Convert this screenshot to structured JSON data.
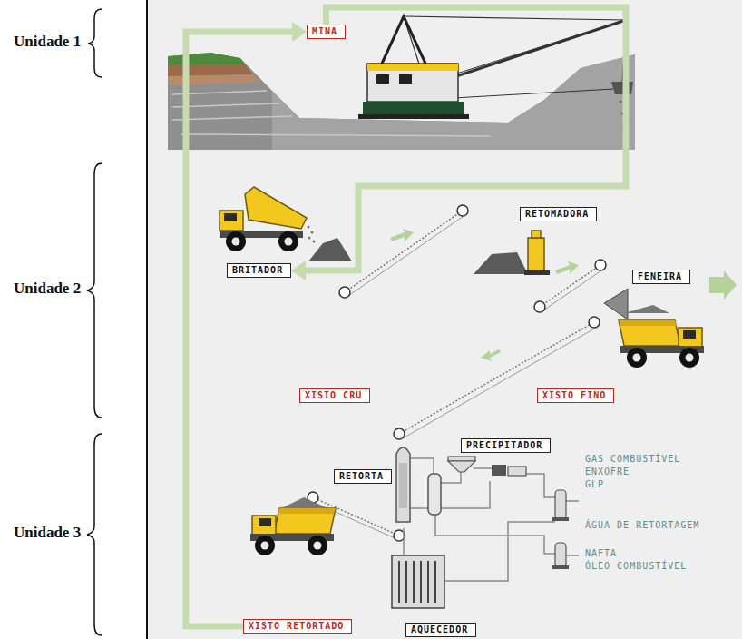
{
  "diagram": {
    "nodes": [
      {
        "text": [
          "MINA"
        ]
      },
      {
        "text": [
          "BRITADOR"
        ]
      },
      {
        "text": [
          "RETOMADORA"
        ]
      },
      {
        "text": [
          "FENEIRA"
        ]
      },
      {
        "text": [
          "XISTO CRU"
        ]
      },
      {
        "text": [
          "XISTO FINO"
        ]
      },
      {
        "text": [
          "PRECIPITADOR"
        ]
      },
      {
        "text": [
          "RETORTA"
        ]
      },
      {
        "text": [
          "XISTO RETORTADO"
        ]
      },
      {
        "text": [
          "AQUECEDOR"
        ]
      }
    ],
    "edges": [
      {
        "from": 0,
        "to": 1,
        "arrow": "to"
      },
      {
        "from": 8,
        "to": 0,
        "arrow": "to"
      }
    ],
    "labels": [
      "Unidade 1",
      "Unidade 2",
      "Unidade 3",
      "GAS COMBUSTÍVEL",
      "ENXOFRE",
      "GLP",
      "ÁGUA DE RETORTAGEM",
      "NAFTA",
      "ÓLEO COMBUSTÍVEL"
    ]
  }
}
